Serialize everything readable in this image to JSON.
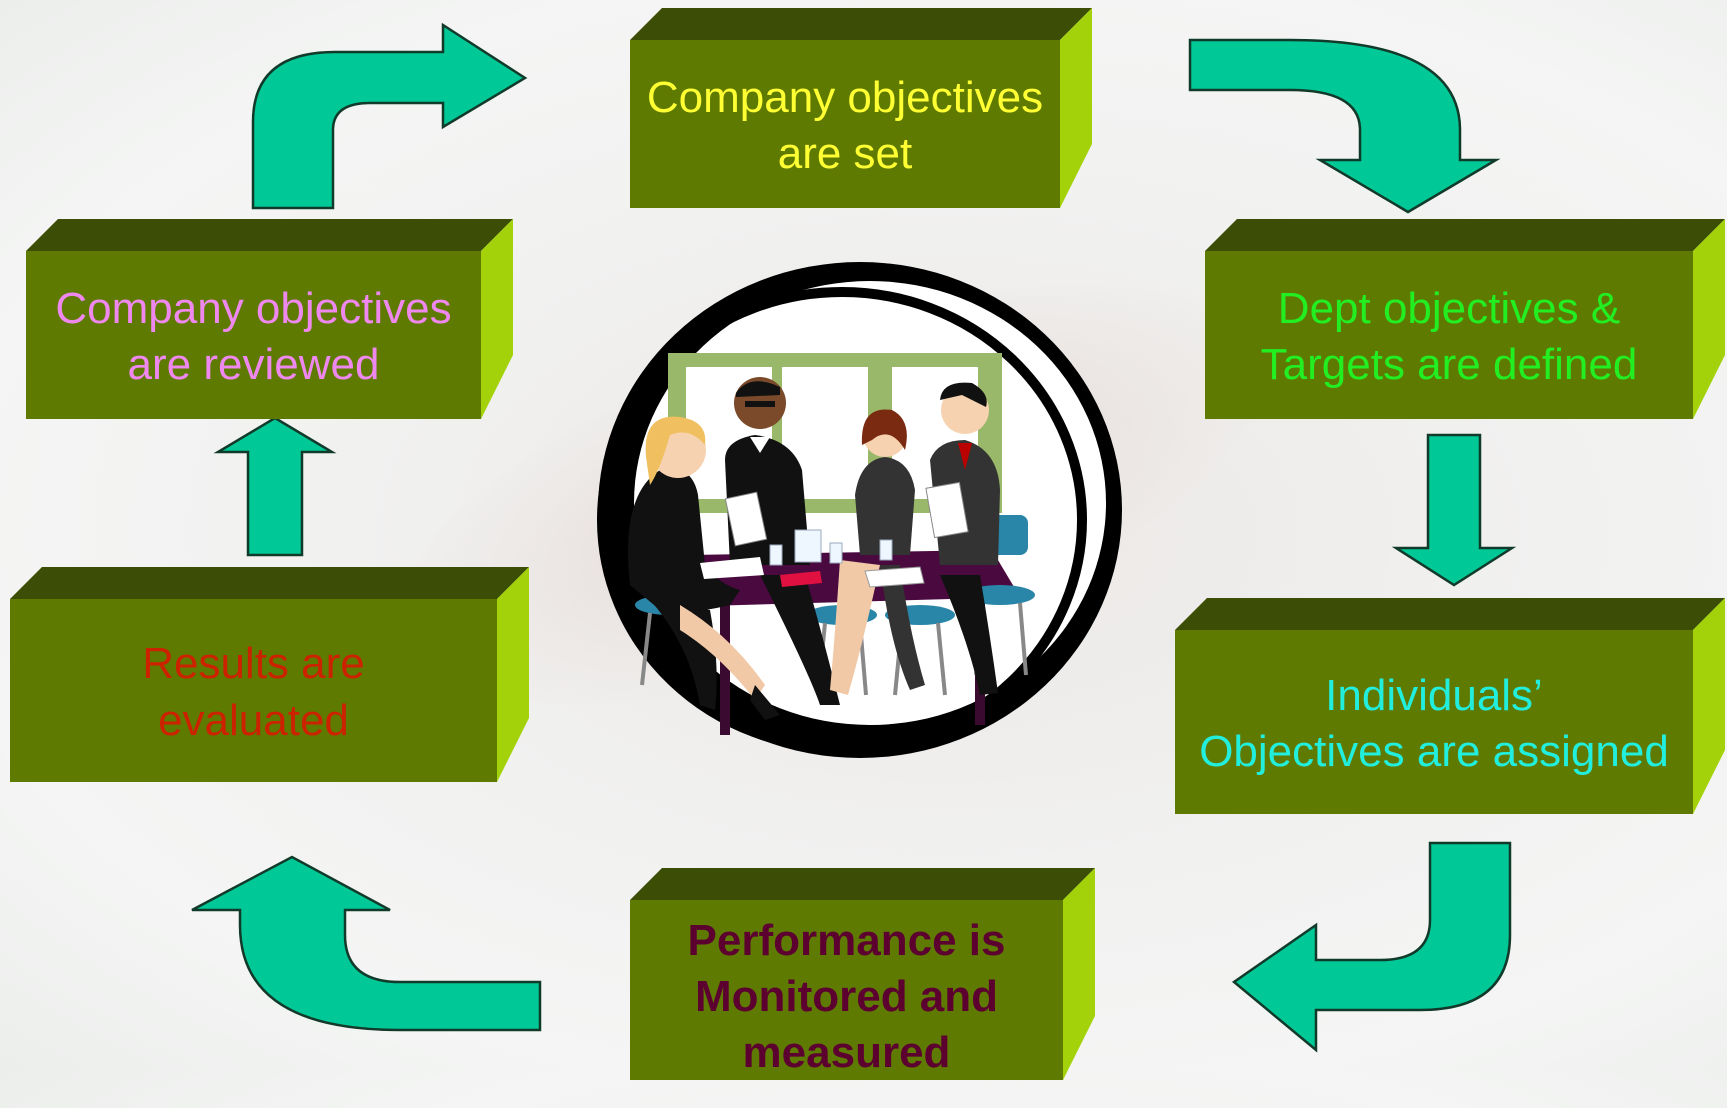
{
  "colors": {
    "box_front": "#5f7a00",
    "box_top": "#3c4e05",
    "box_side": "#a4d20a",
    "arrow_fill": "#00c896",
    "arrow_stroke": "#123a2a",
    "ring": "#000000"
  },
  "steps": [
    {
      "id": "set",
      "text": "Company objectives\nare set",
      "color": "#ffff33",
      "bold": false
    },
    {
      "id": "dept",
      "text": "Dept objectives &\nTargets are defined",
      "color": "#22ee22",
      "bold": false
    },
    {
      "id": "individual",
      "text": "Individuals’\nObjectives are assigned",
      "color": "#22eedd",
      "bold": false
    },
    {
      "id": "performance",
      "text": "Performance is\nMonitored and\nmeasured",
      "color": "#5c0030",
      "bold": true
    },
    {
      "id": "results",
      "text": "Results are\nevaluated",
      "color": "#cc2200",
      "bold": false
    },
    {
      "id": "reviewed",
      "text": "Company objectives\nare reviewed",
      "color": "#ee88ee",
      "bold": false
    }
  ],
  "arrows": [
    {
      "id": "arrow-set-to-dept",
      "direction": "curve-right-down"
    },
    {
      "id": "arrow-dept-to-individual",
      "direction": "down"
    },
    {
      "id": "arrow-individual-to-performance",
      "direction": "curve-down-left"
    },
    {
      "id": "arrow-performance-to-results",
      "direction": "curve-left-up"
    },
    {
      "id": "arrow-results-to-reviewed",
      "direction": "up"
    },
    {
      "id": "arrow-reviewed-to-set",
      "direction": "curve-up-right"
    }
  ],
  "center_image": {
    "icon": "business-meeting-clipart",
    "frame": "black-ring"
  }
}
